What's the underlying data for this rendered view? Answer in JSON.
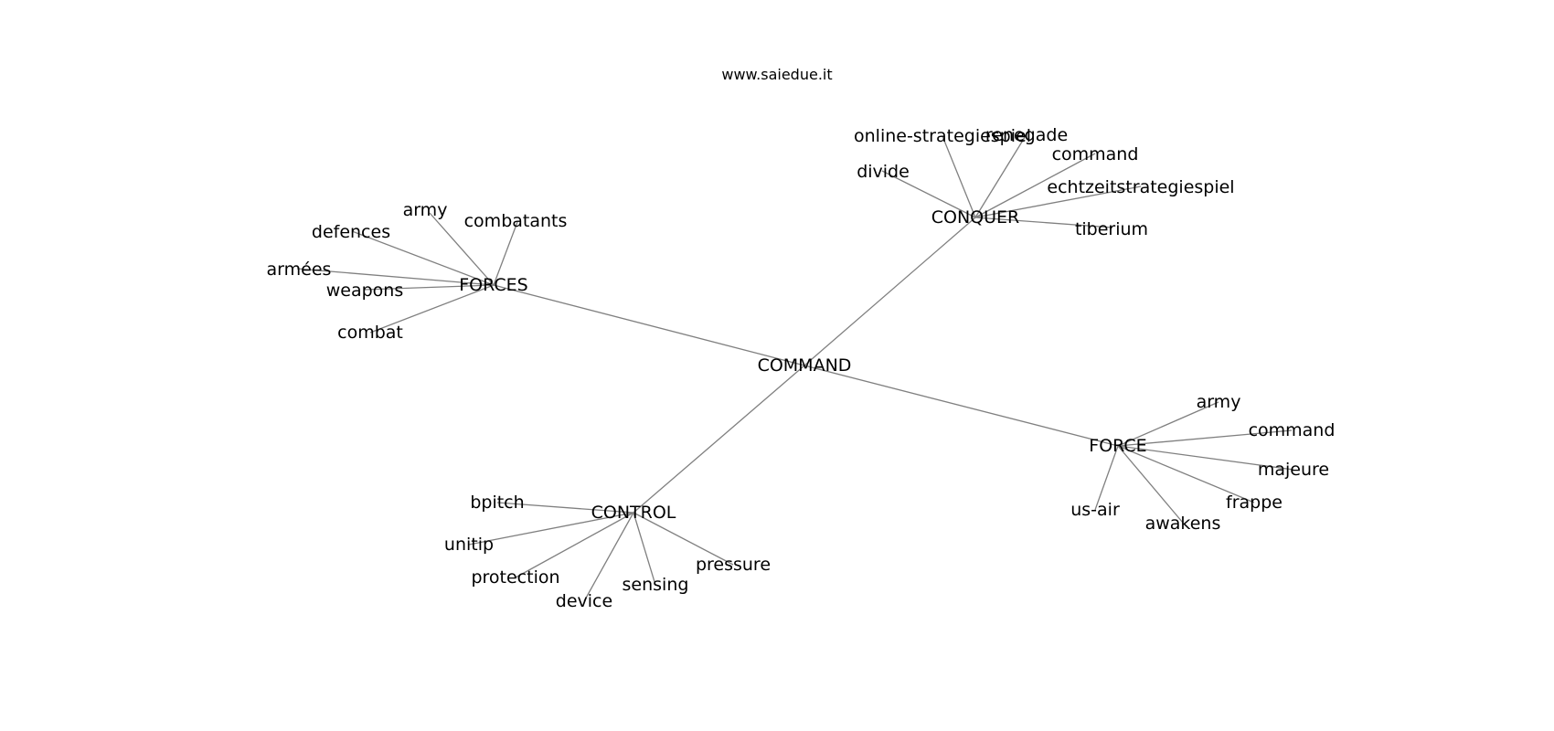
{
  "site_label": "www.saiedue.it",
  "graph": {
    "root": "COMMAND",
    "hubs": [
      {
        "id": "forces",
        "label": "FORCES",
        "leaves": [
          "army",
          "combatants",
          "defences",
          "armées",
          "weapons",
          "combat"
        ]
      },
      {
        "id": "conquer",
        "label": "CONQUER",
        "leaves": [
          "online-strategiespiel",
          "renegade",
          "command",
          "divide",
          "echtzeitstrategiespiel",
          "tiberium"
        ]
      },
      {
        "id": "force",
        "label": "FORCE",
        "leaves": [
          "army",
          "command",
          "majeure",
          "frappe",
          "us-air",
          "awakens"
        ]
      },
      {
        "id": "control",
        "label": "CONTROL",
        "leaves": [
          "bpitch",
          "unitip",
          "protection",
          "device",
          "sensing",
          "pressure"
        ]
      }
    ]
  }
}
